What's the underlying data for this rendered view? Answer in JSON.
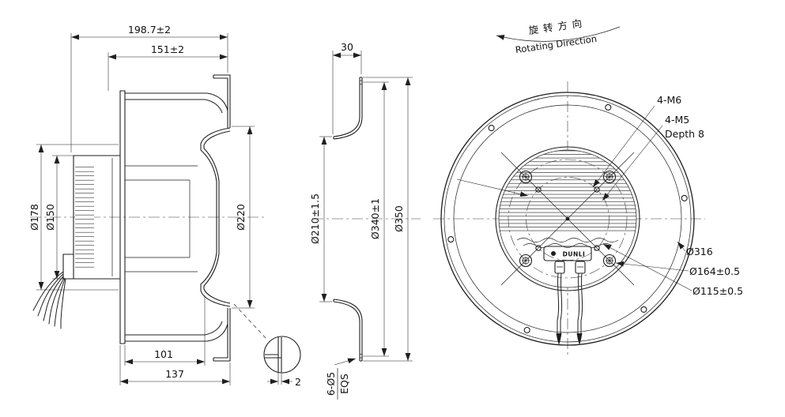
{
  "colors": {
    "line": "#1f1f1f",
    "background": "#ffffff"
  },
  "views": {
    "side": {
      "dim_total_width": "198.7±2",
      "dim_flange_width": "151±2",
      "dim_d178": "Ø178",
      "dim_d150": "Ø150",
      "dim_d220": "Ø220",
      "dim_w101": "101",
      "dim_w137": "137",
      "dim_thickness": "2"
    },
    "inlet": {
      "dim_depth": "30",
      "dim_d210": "Ø210±1.5",
      "dim_d340": "Ø340±1",
      "dim_d350": "Ø350",
      "note_holes": "6-Ø5",
      "note_eqs": "EQS"
    },
    "front": {
      "rotation_cn": "旋转方向",
      "rotation_en": "Rotating Direction",
      "label_4m6": "4-M6",
      "label_4m5": "4-M5",
      "label_depth": "Depth 8",
      "label_d316": "Ø316",
      "label_d164": "Ø164±0.5",
      "label_d115": "Ø115±0.5",
      "logo": "DUNLI"
    }
  }
}
